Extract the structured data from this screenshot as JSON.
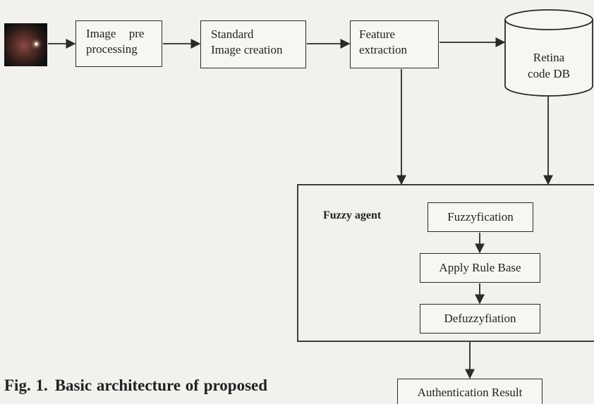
{
  "diagram": {
    "blocks": {
      "preprocessing": [
        "Image  pre",
        "processing"
      ],
      "standard_image": [
        "Standard",
        "Image creation"
      ],
      "feature_extraction": [
        "Feature",
        "extraction"
      ],
      "database": [
        "Retina",
        "code DB"
      ]
    },
    "fuzzy_agent": {
      "label": "Fuzzy agent",
      "steps": [
        "Fuzzyfication",
        "Apply Rule Base",
        "Defuzzyfiation"
      ]
    },
    "result": "Authentication Result",
    "caption": {
      "number": "Fig. 1.",
      "text": "Basic architecture of proposed"
    }
  },
  "colors": {
    "background": "#f2f1ee",
    "stroke": "#2a2a2a",
    "text": "#222222"
  }
}
